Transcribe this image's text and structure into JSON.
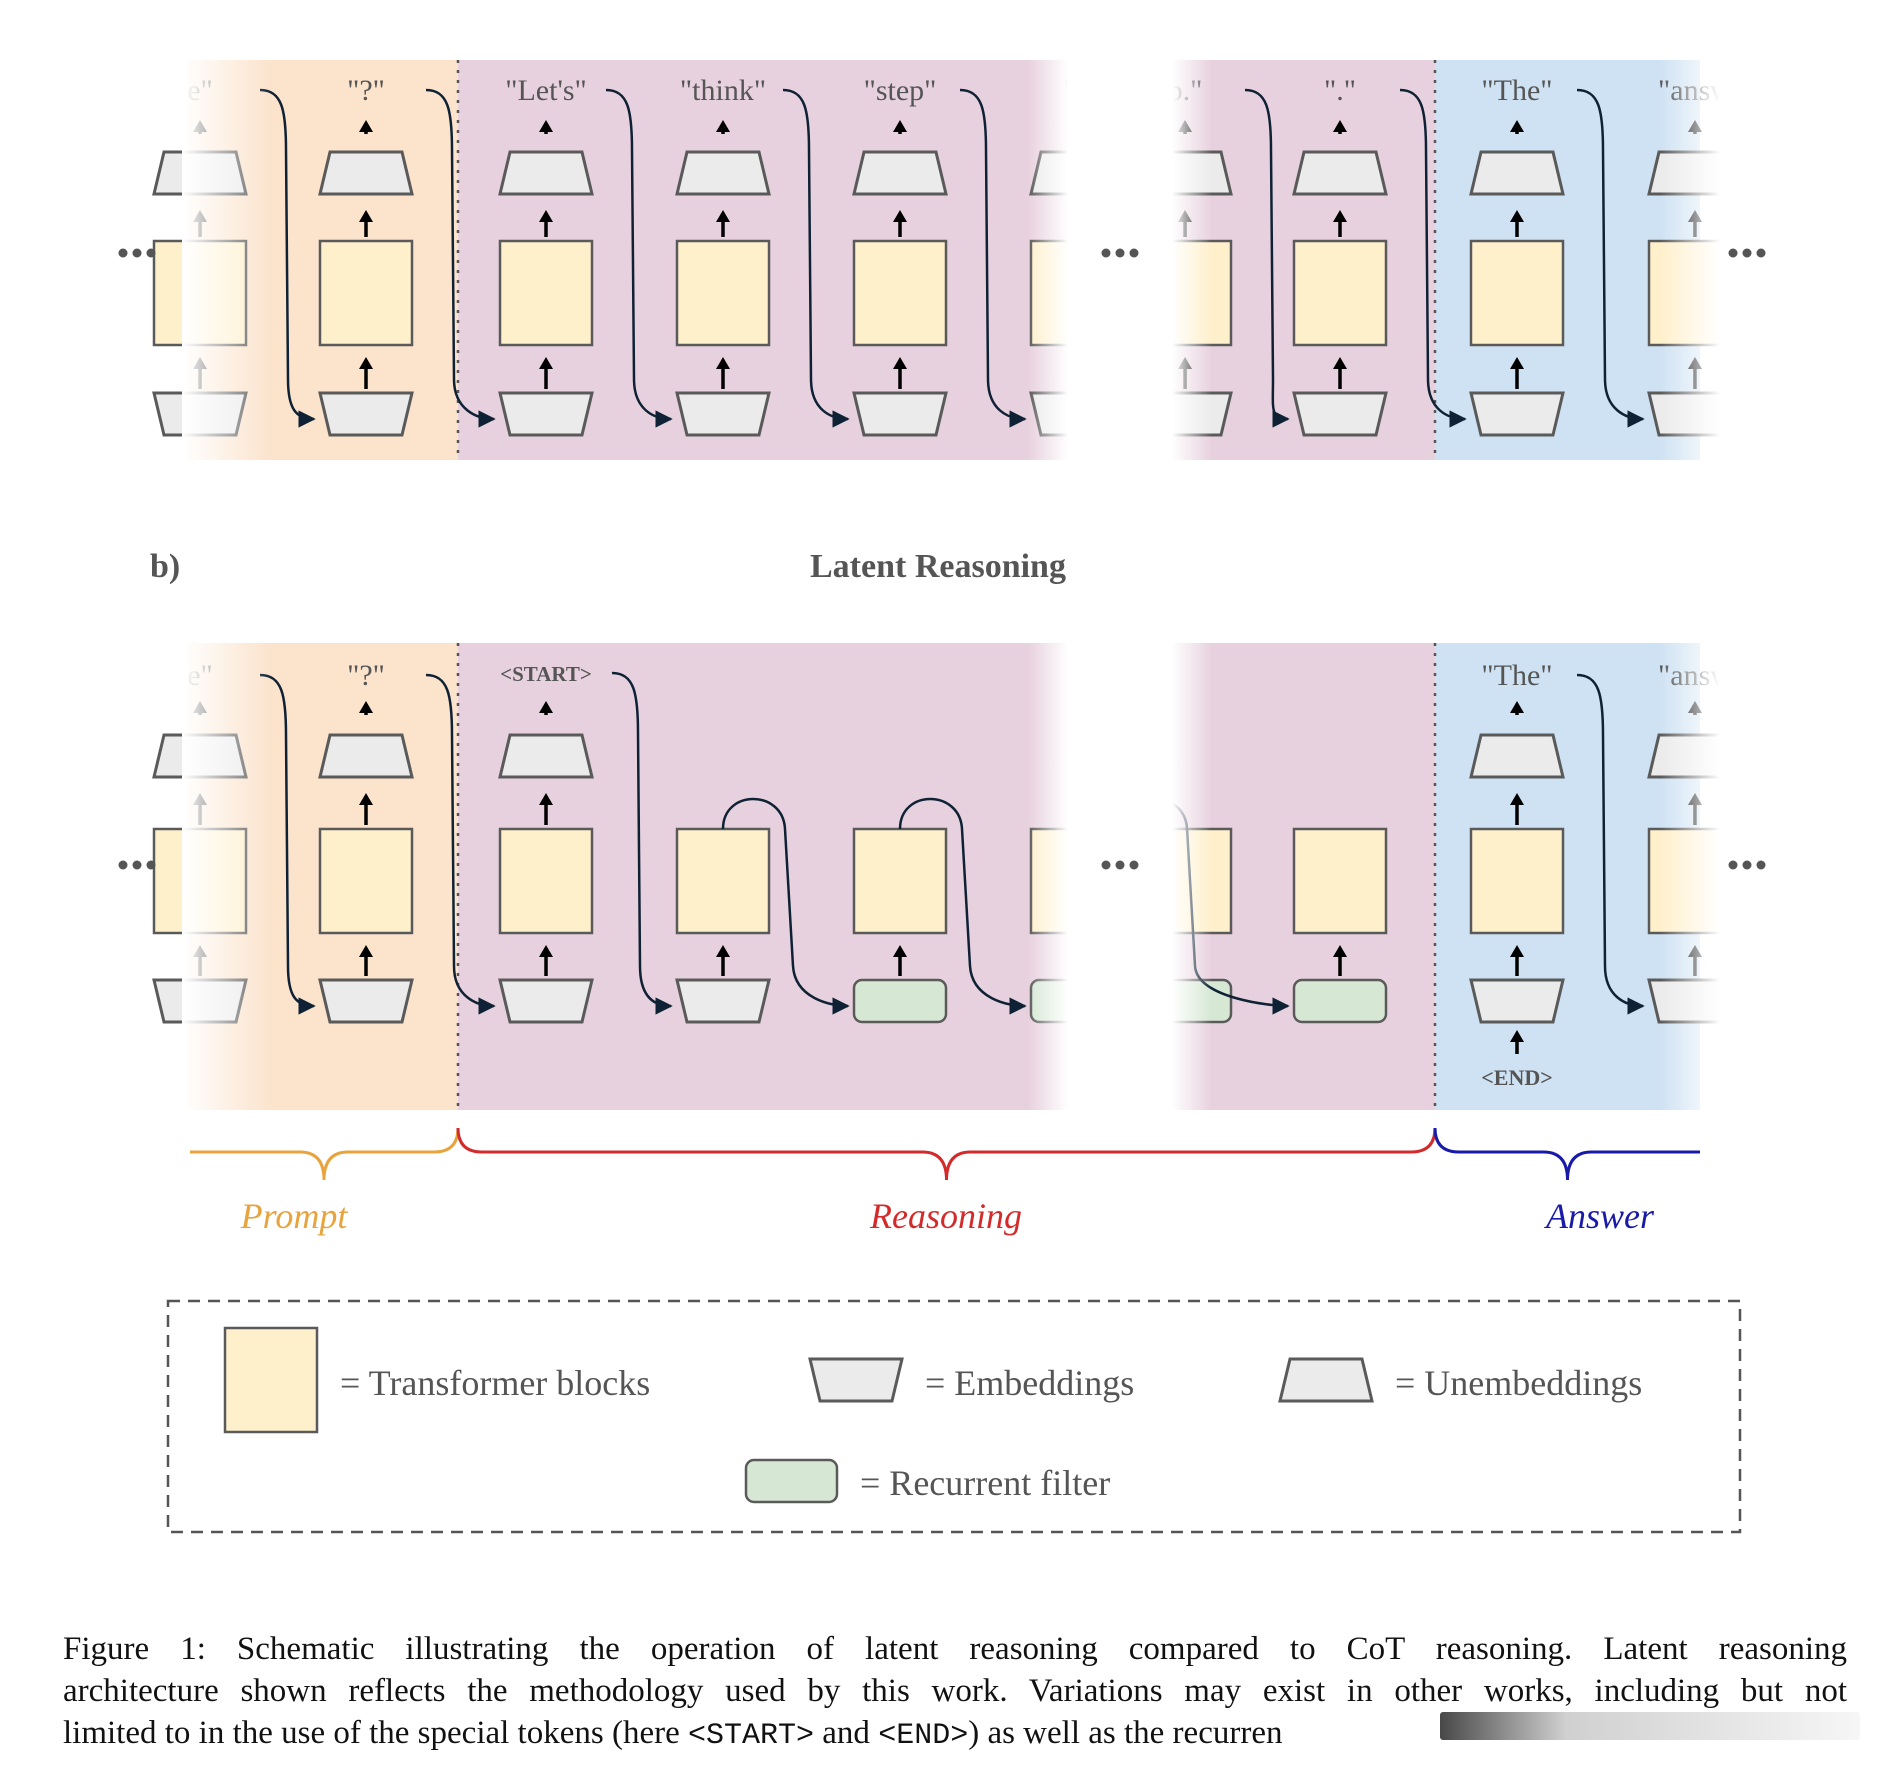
{
  "figure": {
    "panel_b_label": "b)",
    "panel_b_title": "Latent Reasoning",
    "colors": {
      "prompt_band": "#fbe3cc",
      "reasoning_band": "#e8d1de",
      "answer_band": "#cfe2f3",
      "transformer_fill": "#fff0cc",
      "embedding_fill": "#ebebeb",
      "recurrent_fill": "#d6e8d4",
      "shape_stroke": "#5a5a5a",
      "arrow": "#000000",
      "curve": "#0f2235",
      "prompt_brace": "#e8a33c",
      "reasoning_brace": "#d32b2b",
      "answer_brace": "#1a1aa8",
      "token_text": "#555555"
    },
    "ellipsis": "•••",
    "cot_tokens": [
      "e\"",
      "\"?\"",
      "\"Let's\"",
      "\"think\"",
      "\"step\"",
      "\"b",
      "p.\"",
      "\".\"",
      "\"The\"",
      "\"answ"
    ],
    "latent_tokens": {
      "prefix_partial": "e\"",
      "question": "\"?\"",
      "start": "<START>",
      "answer_first": "\"The\"",
      "answer_partial": "\"answ",
      "end": "<END>"
    },
    "sections": {
      "prompt": "Prompt",
      "reasoning": "Reasoning",
      "answer": "Answer"
    },
    "legend": {
      "transformer": "= Transformer blocks",
      "embeddings": "= Embeddings",
      "unembeddings": "= Unembeddings",
      "recurrent": "= Recurrent filter"
    }
  },
  "caption": {
    "line1": "Figure 1: Schematic illustrating the operation of latent reasoning compared to CoT reasoning. Latent reasoning",
    "line2": "architecture shown reflects the methodology used by this work. Variations may exist in other works, including but not",
    "line3_a": "limited to in the use of the special tokens (here ",
    "line3_start": "<START>",
    "line3_b": " and ",
    "line3_end": "<END>",
    "line3_c": ") as well as the recurren"
  }
}
